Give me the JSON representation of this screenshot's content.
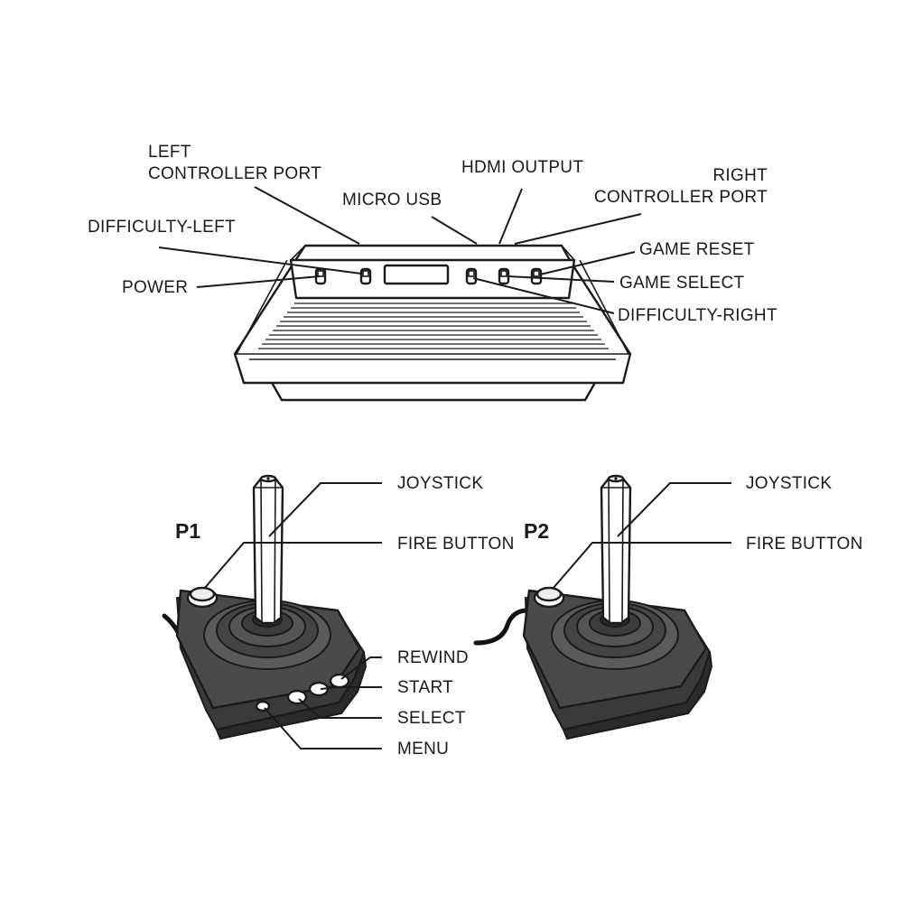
{
  "console": {
    "labels": {
      "left_controller_port_line1": "LEFT",
      "left_controller_port_line2": "CONTROLLER PORT",
      "hdmi_output": "HDMI OUTPUT",
      "right_controller_port_line1": "RIGHT",
      "right_controller_port_line2": "CONTROLLER PORT",
      "micro_usb": "MICRO USB",
      "difficulty_left": "DIFFICULTY-LEFT",
      "power": "POWER",
      "game_reset": "GAME RESET",
      "game_select": "GAME SELECT",
      "difficulty_right": "DIFFICULTY-RIGHT"
    }
  },
  "controllers": {
    "p1": {
      "title": "P1",
      "labels": {
        "joystick": "JOYSTICK",
        "fire_button": "FIRE BUTTON",
        "rewind": "REWIND",
        "start": "START",
        "select": "SELECT",
        "menu": "MENU"
      }
    },
    "p2": {
      "title": "P2",
      "labels": {
        "joystick": "JOYSTICK",
        "fire_button": "FIRE BUTTON"
      }
    }
  }
}
